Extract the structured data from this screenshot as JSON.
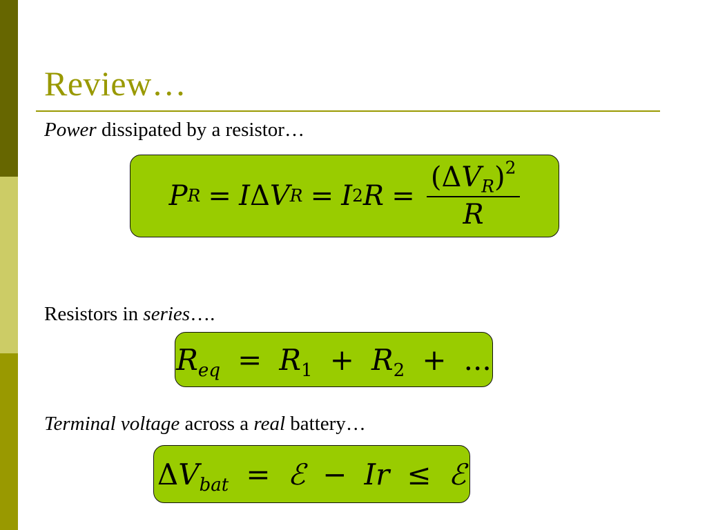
{
  "slide": {
    "title": "Review…",
    "line1": {
      "italic": "Power",
      "rest": " dissipated by a resistor…"
    },
    "line2": {
      "prefix": "Resistors in ",
      "italic": "series",
      "suffix": "…."
    },
    "line3": {
      "italic1": "Terminal voltage",
      "mid": " across a ",
      "italic2": "real",
      "suffix": " battery…"
    }
  },
  "equations": {
    "power": {
      "P": "P",
      "sub_R": "R",
      "eq": "=",
      "I": "I",
      "Delta": "Δ",
      "V": "V",
      "sup_2": "2",
      "R": "R",
      "paren_open": "(",
      "paren_close": ")"
    },
    "series": {
      "R": "R",
      "sub_eq": "eq",
      "eq": "=",
      "sub_1": "1",
      "plus": "+",
      "sub_2": "2",
      "dots": "..."
    },
    "battery": {
      "Delta": "Δ",
      "V": "V",
      "sub_bat": "bat",
      "eq": "=",
      "emf": "ℰ",
      "minus": "−",
      "I": "I",
      "r": "r",
      "leq": "≤"
    }
  },
  "colors": {
    "accent": "#999900",
    "sidebar_dark": "#666600",
    "sidebar_light": "#cccc66",
    "box_fill": "#99cc00"
  }
}
